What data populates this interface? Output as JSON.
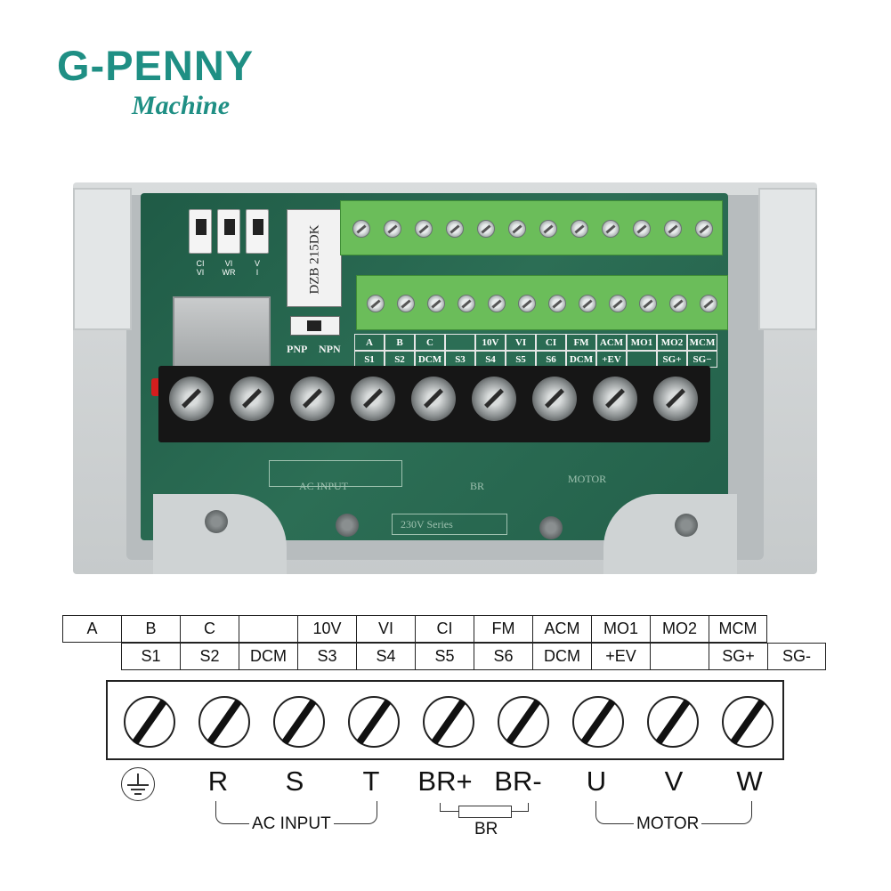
{
  "brand": {
    "name": "G-PENNY",
    "tagline": "Machine"
  },
  "board": {
    "chip_text": "DZB 215DK",
    "dip_switches": [
      {
        "top": "CI",
        "bottom": "VI"
      },
      {
        "top": "VI",
        "bottom": "WR"
      },
      {
        "top": "V",
        "bottom": "I"
      }
    ],
    "slide_labels": [
      "PNP",
      "NPN"
    ],
    "series_text": "230V Series",
    "silk_ac": "AC INPUT",
    "silk_br": "BR",
    "silk_motor": "MOTOR",
    "pcb_top_row": [
      "A",
      "B",
      "C",
      "",
      "10V",
      "VI",
      "CI",
      "FM",
      "ACM",
      "MO1",
      "MO2",
      "MCM"
    ],
    "pcb_bottom_row": [
      "S1",
      "S2",
      "DCM",
      "S3",
      "S4",
      "S5",
      "S6",
      "DCM",
      "+EV",
      "",
      "SG+",
      "SG−"
    ]
  },
  "terminals": {
    "top_row": [
      "A",
      "B",
      "C",
      "",
      "10V",
      "VI",
      "CI",
      "FM",
      "ACM",
      "MO1",
      "MO2",
      "MCM"
    ],
    "bottom_row": [
      "S1",
      "S2",
      "DCM",
      "S3",
      "S4",
      "S5",
      "S6",
      "DCM",
      "+EV",
      "",
      "SG+",
      "SG-"
    ]
  },
  "power_terminals": {
    "labels": [
      "R",
      "S",
      "T",
      "BR+",
      "BR-",
      "U",
      "V",
      "W"
    ],
    "groups": {
      "ac": "AC INPUT",
      "br": "BR",
      "motor": "MOTOR"
    }
  }
}
